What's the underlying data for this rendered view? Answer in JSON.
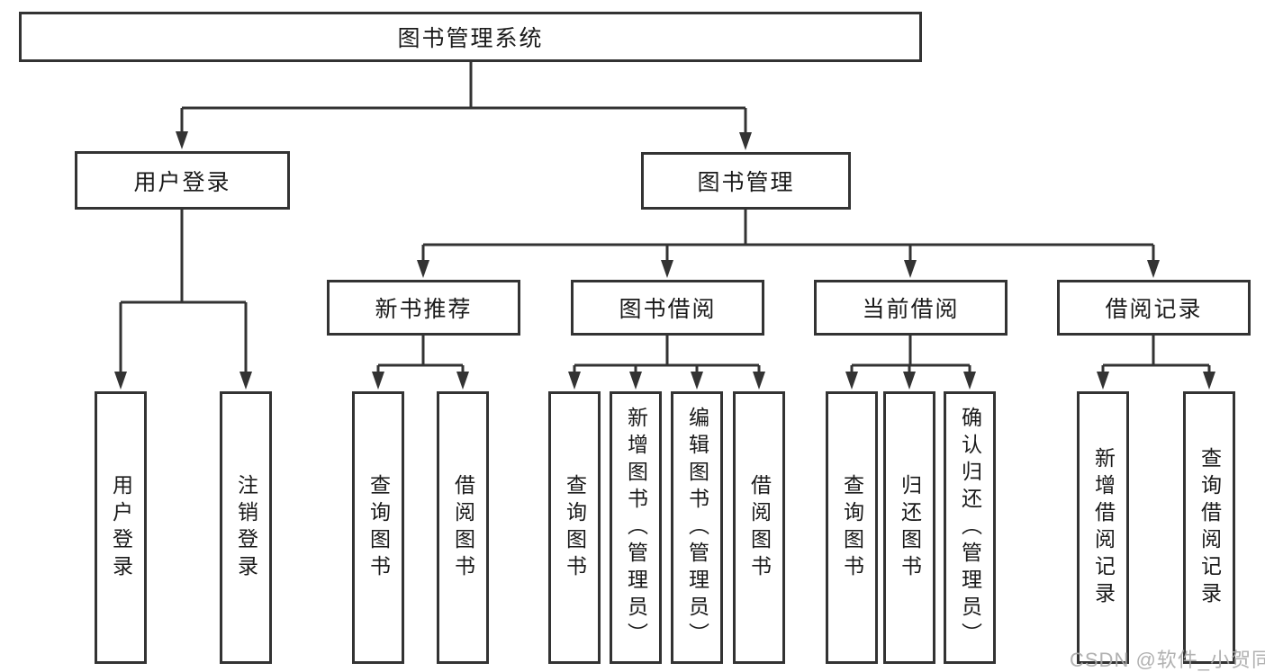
{
  "tree": {
    "root": {
      "label": "图书管理系统"
    },
    "login": {
      "label": "用户登录",
      "children": [
        {
          "label": "用户登录"
        },
        {
          "label": "注销登录"
        }
      ]
    },
    "management": {
      "label": "图书管理",
      "sections": [
        {
          "label": "新书推荐",
          "children": [
            {
              "label": "查询图书"
            },
            {
              "label": "借阅图书"
            }
          ]
        },
        {
          "label": "图书借阅",
          "children": [
            {
              "label": "查询图书"
            },
            {
              "label": "新增图书（管理员）"
            },
            {
              "label": "编辑图书（管理员）"
            },
            {
              "label": "借阅图书"
            }
          ]
        },
        {
          "label": "当前借阅",
          "children": [
            {
              "label": "查询图书"
            },
            {
              "label": "归还图书"
            },
            {
              "label": "确认归还（管理员）"
            }
          ]
        },
        {
          "label": "借阅记录",
          "children": [
            {
              "label": "新增借阅记录"
            },
            {
              "label": "查询借阅记录"
            }
          ]
        }
      ]
    }
  },
  "watermark": {
    "text": "CSDN @软件_小贺同学"
  },
  "colors": {
    "line": "#333333",
    "text": "#1a1a1a",
    "background": "#ffffff",
    "watermark": "#a8a8a8"
  }
}
